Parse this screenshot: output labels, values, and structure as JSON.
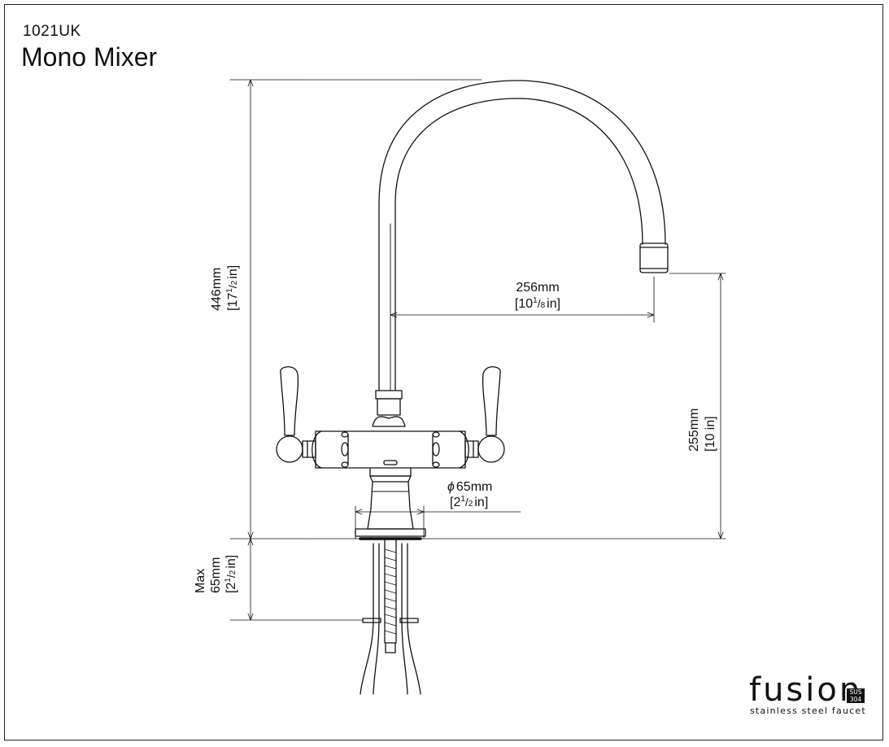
{
  "header": {
    "model": "1021UK",
    "title": "Mono Mixer"
  },
  "dimensions": {
    "overall_height": {
      "line1": "446mm",
      "line2": "[17",
      "frac_num": "1",
      "frac_den": "2",
      "unit": "in]"
    },
    "spout_reach": {
      "line1": "256mm",
      "line2": "[10",
      "frac_num": "1",
      "frac_den": "8",
      "unit": "in]"
    },
    "spout_height": {
      "line1": "255mm",
      "line2": "[10 in]"
    },
    "base_diameter": {
      "symbol": "ϕ",
      "line1": "65mm",
      "line2": "[2",
      "frac_num": "1",
      "frac_den": "2",
      "unit": "in]"
    },
    "max_deck": {
      "line0": "Max",
      "line1": "65mm",
      "line2": "[2",
      "frac_num": "1",
      "frac_den": "2",
      "unit": "in]"
    }
  },
  "brand": {
    "name": "fusion",
    "tagline": "stainless steel faucet",
    "mark_line1": "SUS",
    "mark_line2": "304"
  },
  "colors": {
    "line": "#111111",
    "background": "#ffffff"
  }
}
